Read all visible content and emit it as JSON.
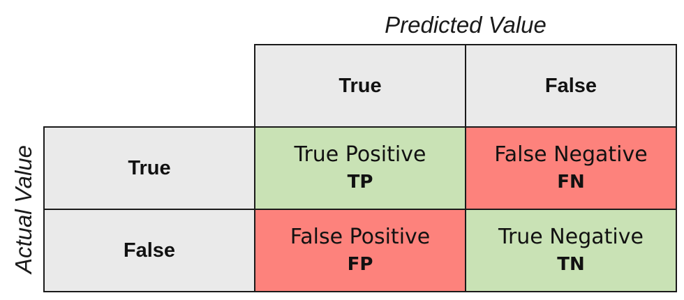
{
  "axes": {
    "predicted_title": "Predicted Value",
    "actual_title": "Actual Value"
  },
  "columns": [
    "True",
    "False"
  ],
  "rows": [
    "True",
    "False"
  ],
  "cells": {
    "tp": {
      "name": "True Positive",
      "abbr": "TP",
      "color": "#c9e2b5"
    },
    "fn": {
      "name": "False Negative",
      "abbr": "FN",
      "color": "#fd827c"
    },
    "fp": {
      "name": "False Positive",
      "abbr": "FP",
      "color": "#fd827c"
    },
    "tn": {
      "name": "True Negative",
      "abbr": "TN",
      "color": "#c9e2b5"
    }
  },
  "colors": {
    "header_bg": "#eaeaea",
    "border": "#1a1a1a"
  }
}
